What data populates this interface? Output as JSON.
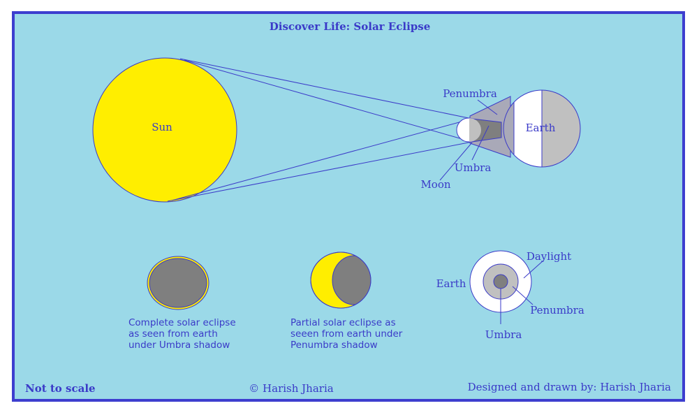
{
  "title": "Discover Life: Solar Eclipse",
  "labels": {
    "sun": "Sun",
    "earth": "Earth",
    "moon": "Moon",
    "penumbra": "Penumbra",
    "umbra": "Umbra"
  },
  "bottom_diagram": {
    "earth": "Earth",
    "daylight": "Daylight",
    "penumbra": "Penumbra",
    "umbra": "Umbra"
  },
  "captions": {
    "complete": [
      "Complete solar eclipse",
      "as seen from earth",
      "under Umbra shadow"
    ],
    "partial": [
      "Partial solar eclipse as",
      "seeen from earth under",
      "Penumbra shadow"
    ]
  },
  "footer": {
    "scale_note": "Not to scale",
    "copyright": "© Harish Jharia",
    "credit": "Designed and drawn by: Harish Jharia"
  },
  "colors": {
    "background": "#9bd9e8",
    "border": "#3d3ecf",
    "sun": "#ffee00",
    "shadow_dark": "#7f7f7f",
    "shadow_light": "#c0c0c0",
    "text": "#3a3ac8"
  }
}
